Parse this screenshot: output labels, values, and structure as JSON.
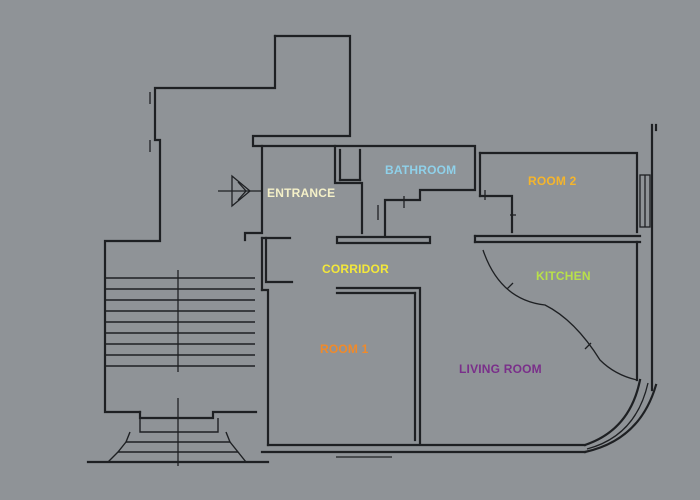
{
  "labels": {
    "entrance": {
      "text": "ENTRANCE",
      "color": "#f4f0c8"
    },
    "bathroom": {
      "text": "BATHROOM",
      "color": "#8fd1ea"
    },
    "room2": {
      "text": "ROOM 2",
      "color": "#f5b52c"
    },
    "corridor": {
      "text": "CORRIDOR",
      "color": "#f4e83a"
    },
    "kitchen": {
      "text": "KITCHEN",
      "color": "#b8e04a"
    },
    "room1": {
      "text": "ROOM 1",
      "color": "#f08a2a"
    },
    "living_room": {
      "text": "LIVING ROOM",
      "color": "#7a2f8a"
    }
  },
  "colors": {
    "paper": "#8f9397",
    "wall": "#1e2023"
  }
}
